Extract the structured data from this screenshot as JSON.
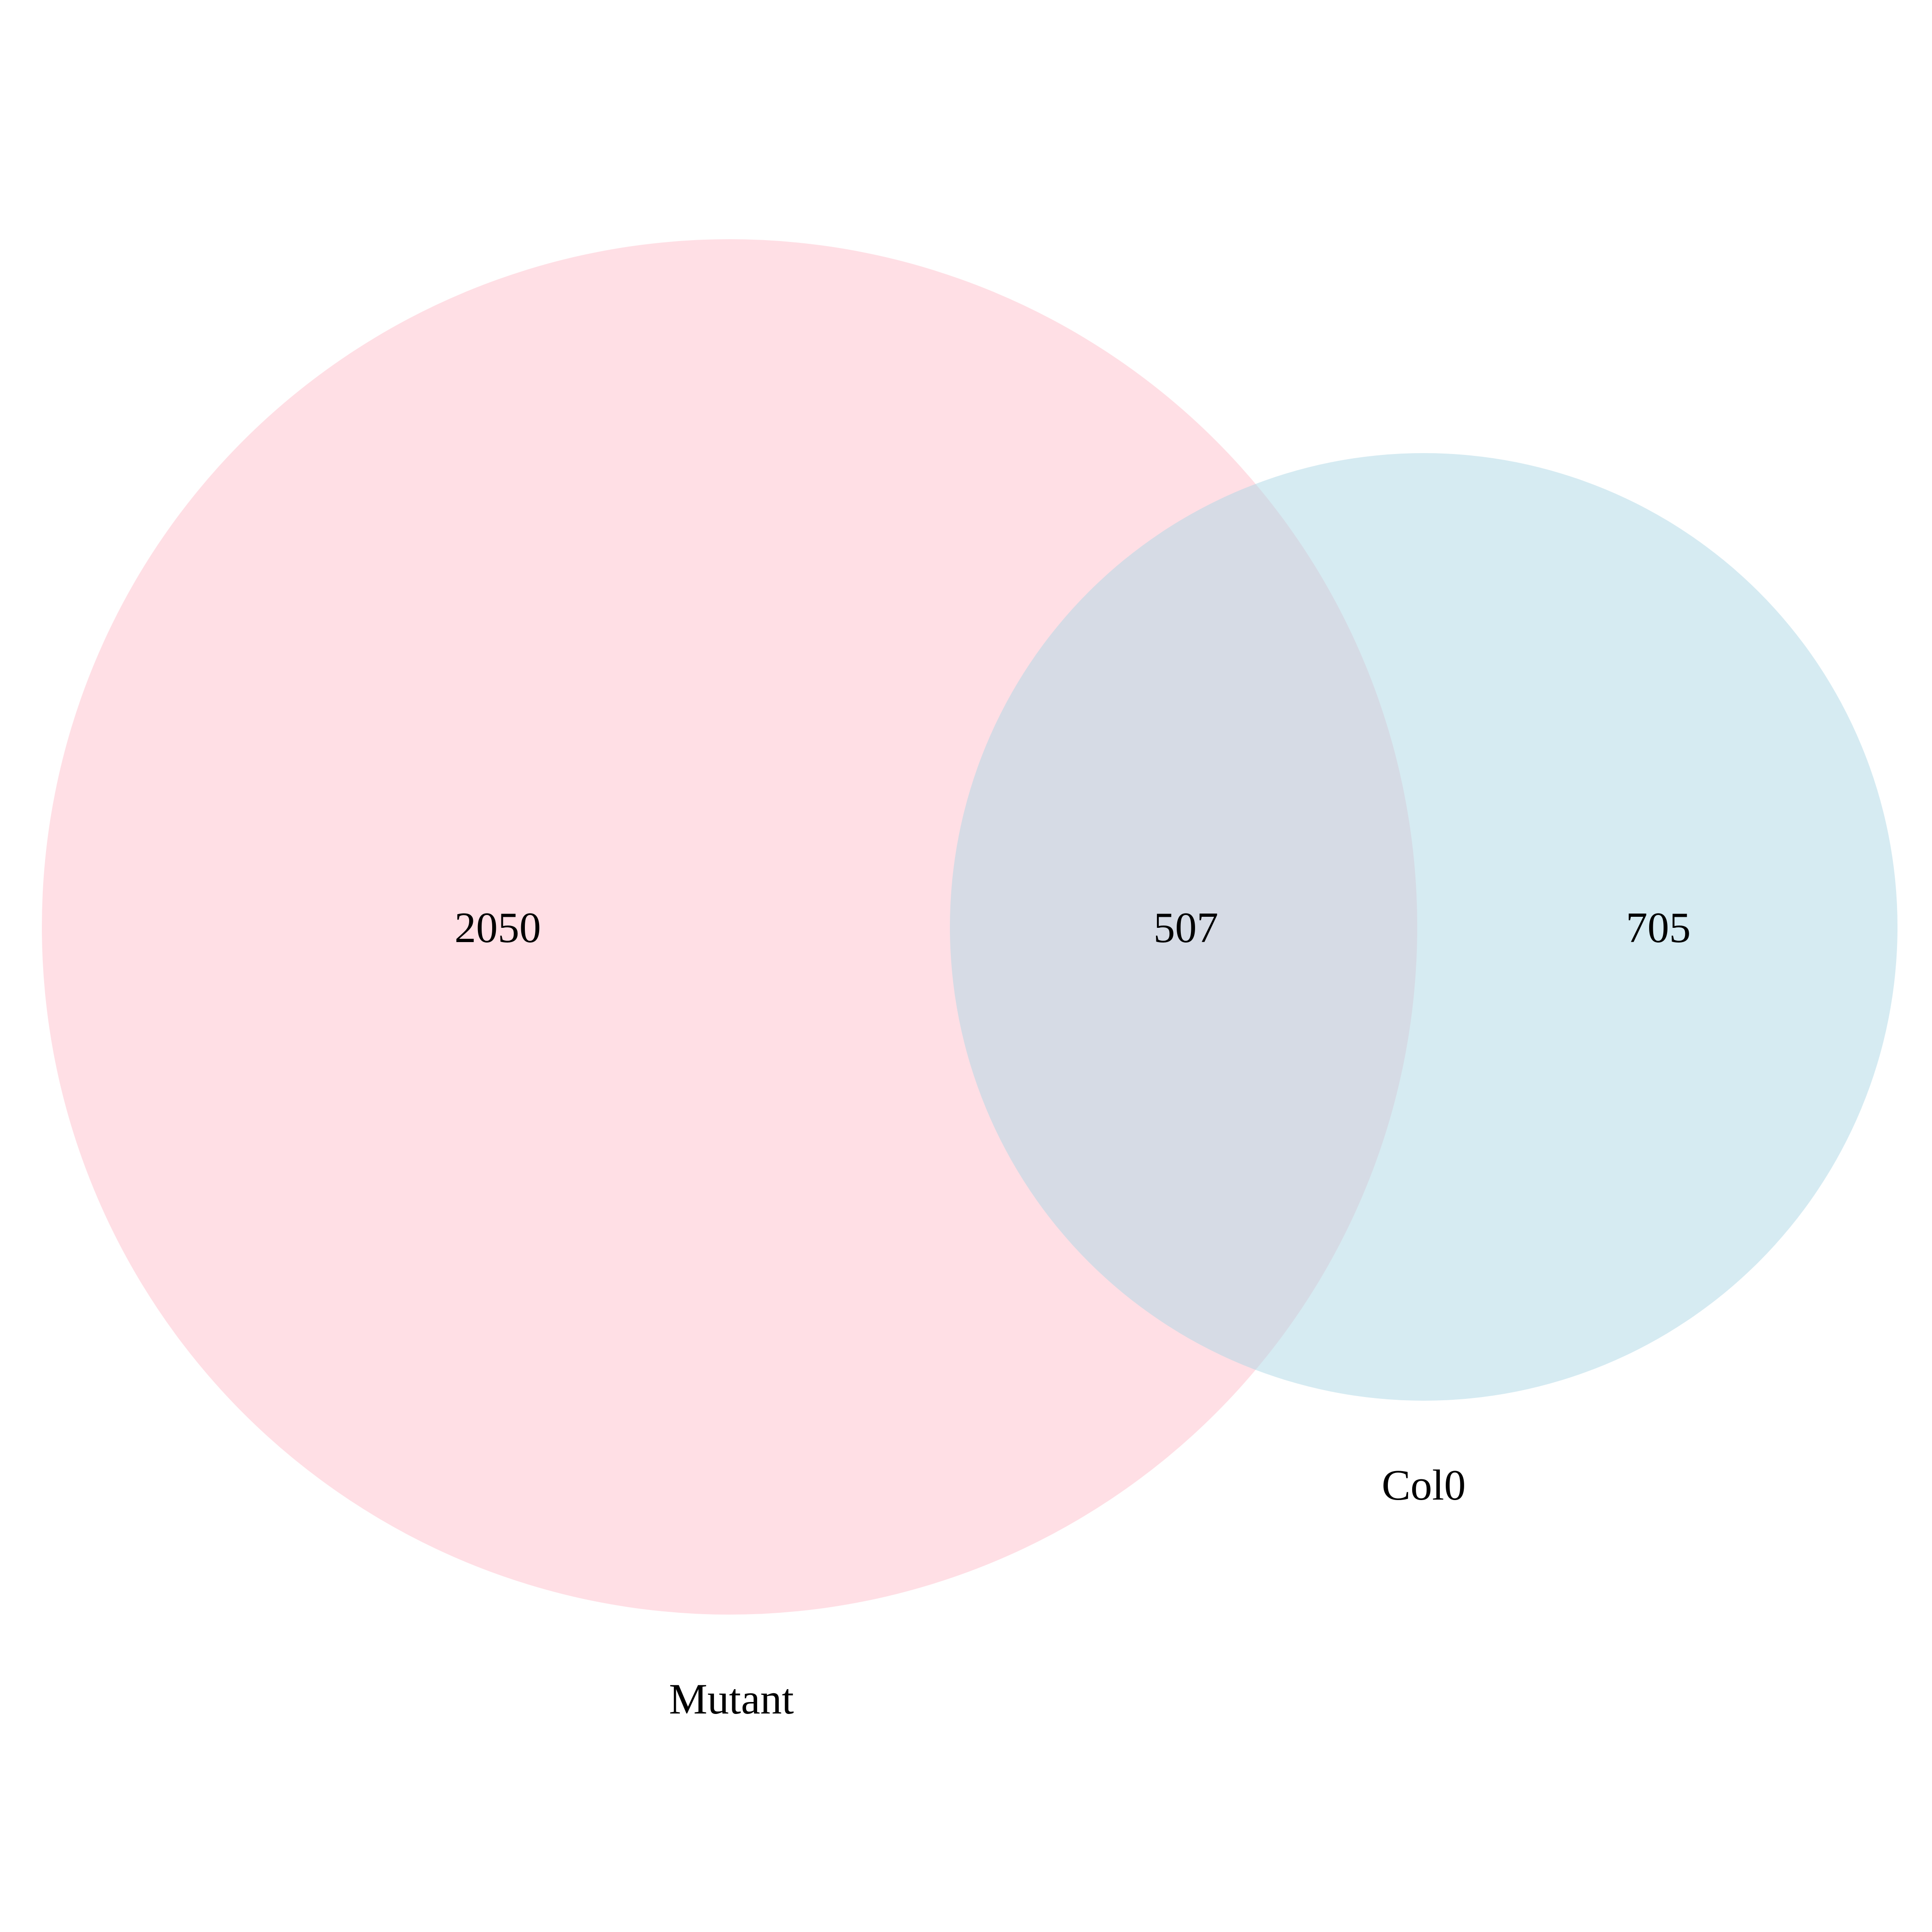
{
  "diagram": {
    "type": "venn",
    "sets": [
      {
        "label": "Mutant",
        "only_count": "2050",
        "color": "#FFC0CB"
      },
      {
        "label": "Col0",
        "only_count": "705",
        "color": "#ADD8E6"
      }
    ],
    "intersection": {
      "count": "507"
    },
    "fill_opacity": 0.5
  }
}
